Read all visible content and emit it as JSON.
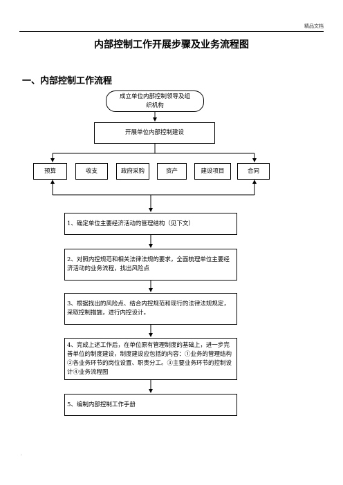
{
  "header": {
    "mark": "精品文档"
  },
  "title": "内部控制工作开展步骤及业务流程图",
  "section_heading": "一、内部控制工作流程",
  "flow": {
    "start": "成立单位内部控制领导及组织机构",
    "build": "开展单位内部控制建设",
    "business_areas": [
      "预算",
      "收支",
      "政府采购",
      "资产",
      "建设项目",
      "合同"
    ],
    "steps": [
      "1、确定单位主要经济活动的管理结构（见下文）",
      "2、对照内控规范和相关法律法规的要求，全面梳理单位主要经济活动的业务流程，找出风险点",
      "3、根据找出的风险点、结合内控规范和现行的法律法规规定，采取控制措施，进行内控设计。",
      "4、完成上述工作后，在单位原有管理制度的基础上，进一步完善单位的制度建设，制度建设应包括的内容：①业务的管理结构②各业务环节的岗位设置、职责分工。③主要业务环节的控制设计④业务流程图",
      "5、编制内部控制工作手册"
    ]
  },
  "footer": {
    "mark": "."
  }
}
